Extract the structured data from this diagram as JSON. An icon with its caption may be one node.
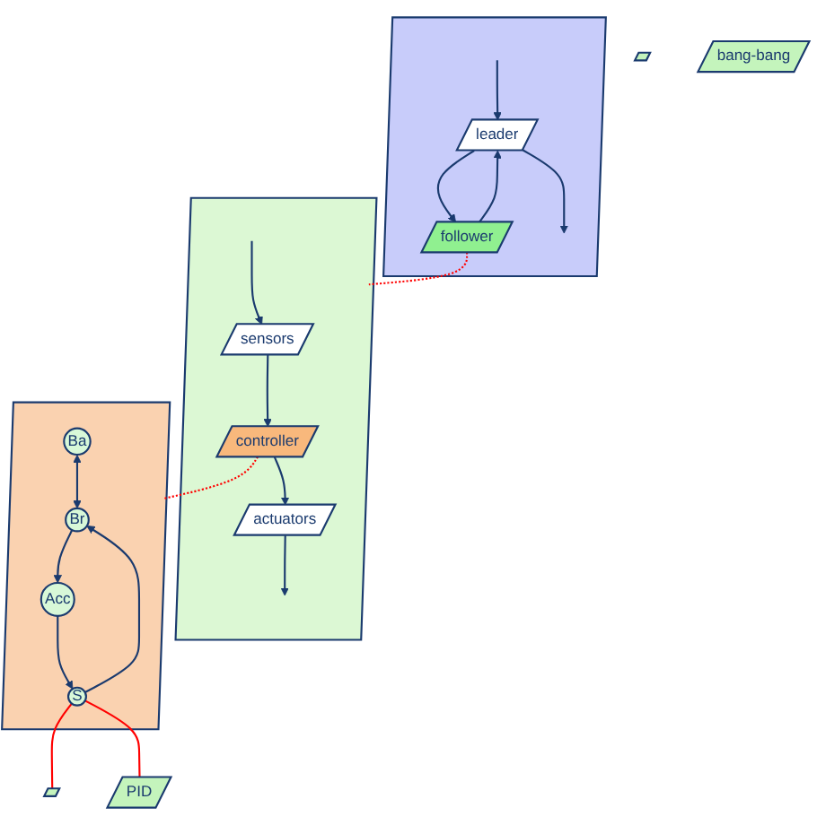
{
  "diagram": {
    "nodes": [
      {
        "text": [],
        "shape": "parallelogram"
      },
      {
        "text": [
          "leader"
        ],
        "in": 0
      },
      {
        "text": [
          "follower"
        ],
        "in": 0
      },
      {
        "text": [],
        "shape": "parallelogram"
      },
      {
        "text": [
          "sensors"
        ],
        "in": 3
      },
      {
        "text": [
          "controller"
        ],
        "in": 3
      },
      {
        "text": [
          "actuators"
        ],
        "in": 3
      },
      {
        "text": [],
        "shape": "parallelogram"
      },
      {
        "text": [
          "Br"
        ],
        "in": 7
      },
      {
        "text": [
          "Acc"
        ],
        "in": 7
      },
      {
        "text": [
          "Ba"
        ],
        "in": 7
      },
      {
        "text": [
          "S"
        ],
        "in": 7
      },
      {
        "text": [],
        "shape": "parallelogram"
      },
      {
        "text": [],
        "shape": "parallelogram"
      },
      {
        "text": [
          "bang-bang"
        ]
      },
      {
        "text": [
          "PID"
        ]
      }
    ],
    "edges": [
      {
        "from": null,
        "to": 1,
        "arrow": "to"
      },
      {
        "from": 2,
        "to": 1,
        "arrow": "to"
      },
      {
        "from": 1,
        "to": 2,
        "arrow": "to"
      },
      {
        "from": 1,
        "to": null,
        "arrow": "to"
      },
      {
        "from": null,
        "to": 4,
        "arrow": "to"
      },
      {
        "from": 4,
        "to": 5,
        "arrow": "to"
      },
      {
        "from": 5,
        "to": 6,
        "arrow": "to"
      },
      {
        "from": 6,
        "to": null,
        "arrow": "to"
      },
      {
        "from": 10,
        "to": 8,
        "arrow": "both"
      },
      {
        "from": 8,
        "to": 9,
        "arrow": "to"
      },
      {
        "from": 11,
        "to": 8,
        "arrow": "to"
      },
      {
        "from": 9,
        "to": 11,
        "arrow": "to"
      },
      {
        "from": 2,
        "to": 3,
        "arrow": "none",
        "style": "dashed",
        "color": "#ff0000"
      },
      {
        "from": 5,
        "to": 7,
        "arrow": "none",
        "style": "dashed",
        "color": "#ff0000"
      },
      {
        "from": 11,
        "to": 13,
        "arrow": "none",
        "color": "#ff0000"
      },
      {
        "from": 11,
        "to": 15,
        "arrow": "none",
        "color": "#ff0000"
      }
    ]
  }
}
